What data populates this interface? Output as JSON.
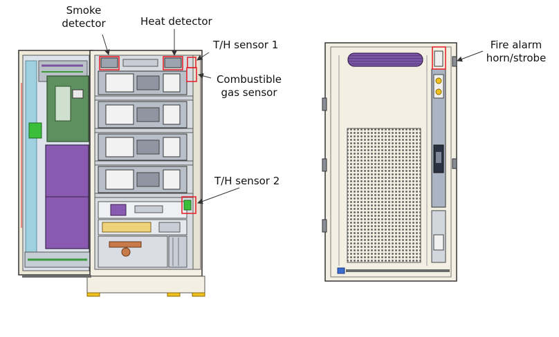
{
  "labels": {
    "smoke_detector": [
      "Smoke",
      "detector"
    ],
    "heat_detector": "Heat detector",
    "th_sensor_1": "T/H sensor 1",
    "combustible_gas_sensor": [
      "Combustible",
      "gas sensor"
    ],
    "th_sensor_2": "T/H sensor 2",
    "fire_alarm": [
      "Fire alarm",
      "horn/strobe"
    ]
  },
  "colors": {
    "highlight": "#e3262d",
    "cabinet_line": "#333333",
    "cabinet_fill": "#f4efe3",
    "purple": "#7a4fa0",
    "green_board": "#5e8f5e",
    "module_gray": "#bfc4cc",
    "steel_blue": "#aab4c2"
  }
}
